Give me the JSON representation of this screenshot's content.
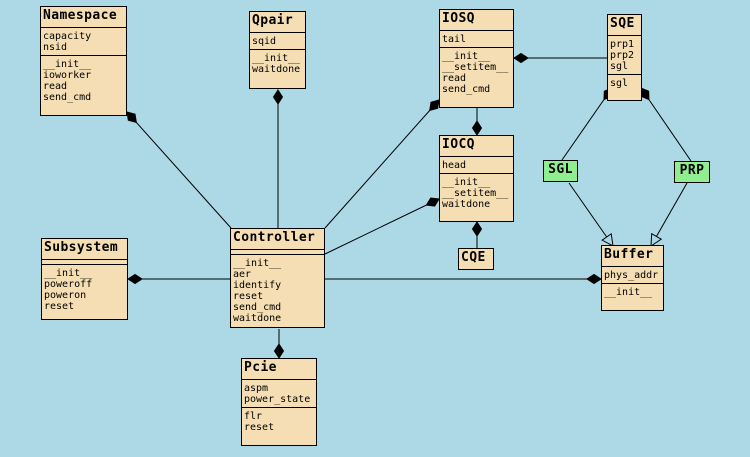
{
  "colors": {
    "background": "#add8e6",
    "class_fill": "#f5deb3",
    "tag_fill": "#90ee90",
    "stroke": "#000000"
  },
  "classes": {
    "namespace": {
      "name": "Namespace",
      "attributes": [
        "capacity",
        "nsid"
      ],
      "methods": [
        "__init__",
        "ioworker",
        "read",
        "send_cmd"
      ]
    },
    "qpair": {
      "name": "Qpair",
      "attributes": [
        "sqid"
      ],
      "methods": [
        "__init__",
        "waitdone"
      ]
    },
    "iosq": {
      "name": "IOSQ",
      "attributes": [
        "tail"
      ],
      "methods": [
        "__init__",
        "__setitem__",
        "read",
        "send_cmd"
      ]
    },
    "sqe": {
      "name": "SQE",
      "attributes": [
        "prp1",
        "prp2",
        "sgl"
      ],
      "methods": [
        "sgl"
      ]
    },
    "iocq": {
      "name": "IOCQ",
      "attributes": [
        "head"
      ],
      "methods": [
        "__init__",
        "__setitem__",
        "waitdone"
      ]
    },
    "cqe": {
      "name": "CQE",
      "attributes": [],
      "methods": []
    },
    "subsystem": {
      "name": "Subsystem",
      "attributes": [],
      "methods": [
        "__init__",
        "poweroff",
        "poweron",
        "reset"
      ]
    },
    "controller": {
      "name": "Controller",
      "attributes": [],
      "methods": [
        "__init__",
        "aer",
        "identify",
        "reset",
        "send_cmd",
        "waitdone"
      ]
    },
    "buffer": {
      "name": "Buffer",
      "attributes": [
        "phys_addr"
      ],
      "methods": [
        "__init__"
      ]
    },
    "pcie": {
      "name": "Pcie",
      "attributes": [
        "aspm",
        "power_state"
      ],
      "methods": [
        "flr",
        "reset"
      ]
    }
  },
  "tags": {
    "sgl": "SGL",
    "prp": "PRP"
  },
  "relations": [
    {
      "kind": "composition",
      "from": "namespace",
      "to": "controller"
    },
    {
      "kind": "composition",
      "from": "qpair",
      "to": "controller"
    },
    {
      "kind": "composition",
      "from": "iosq",
      "to": "controller"
    },
    {
      "kind": "composition",
      "from": "iocq",
      "to": "controller"
    },
    {
      "kind": "composition",
      "from": "subsystem",
      "to": "controller"
    },
    {
      "kind": "composition",
      "from": "pcie",
      "to": "controller"
    },
    {
      "kind": "composition",
      "from": "buffer",
      "to": "controller"
    },
    {
      "kind": "composition",
      "from": "iosq",
      "to": "iocq"
    },
    {
      "kind": "composition",
      "from": "iocq",
      "to": "cqe"
    },
    {
      "kind": "composition",
      "from": "sqe",
      "to": "iosq"
    },
    {
      "kind": "composition",
      "from": "sqe",
      "to": "sgl"
    },
    {
      "kind": "composition",
      "from": "sqe",
      "to": "prp"
    },
    {
      "kind": "inheritance",
      "from": "sgl",
      "to": "buffer"
    },
    {
      "kind": "inheritance",
      "from": "prp",
      "to": "buffer"
    }
  ]
}
